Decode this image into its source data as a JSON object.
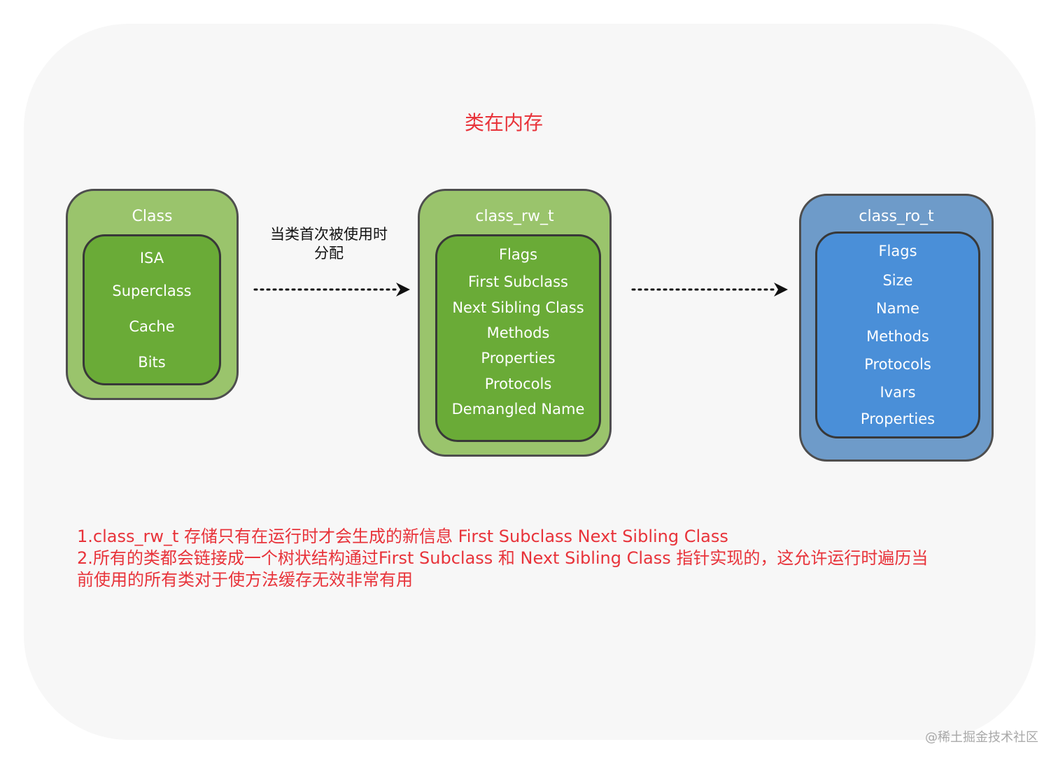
{
  "title": "类在内存",
  "note_line1": "当类首次被使用时",
  "note_line2": "分配",
  "class_box": {
    "title": "Class",
    "fields": [
      "ISA",
      "Superclass",
      "Cache",
      "Bits"
    ]
  },
  "rw_box": {
    "title": "class_rw_t",
    "fields": [
      "Flags",
      "First Subclass",
      "Next Sibling Class",
      "Methods",
      "Properties",
      "Protocols",
      "Demangled Name"
    ]
  },
  "ro_box": {
    "title": "class_ro_t",
    "fields": [
      "Flags",
      "Size",
      "Name",
      "Methods",
      "Protocols",
      "Ivars",
      "Properties"
    ]
  },
  "description": {
    "line1": "1.class_rw_t 存储只有在运行时才会生成的新信息 First Subclass  Next Sibling Class",
    "line2": "2.所有的类都会链接成一个树状结构通过First Subclass 和  Next Sibling Class 指针实现的，这允许运行时遍历当",
    "line3": "前使用的所有类对于使方法缓存无效非常有用"
  },
  "watermark": "@稀土掘金技术社区",
  "colors": {
    "accent_red": "#e8333a",
    "green_outer": "#9ac46c",
    "green_inner": "#6aab37",
    "blue_outer": "#6e9bc9",
    "blue_inner": "#4a8fd8"
  }
}
